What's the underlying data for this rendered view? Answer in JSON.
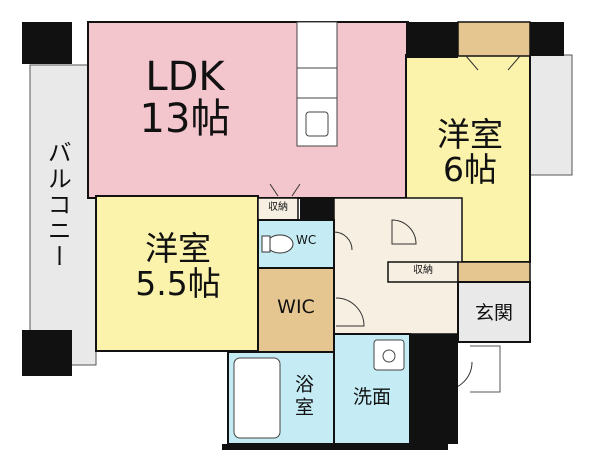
{
  "floorplan": {
    "balcony": "バルコニー",
    "ldk": {
      "name": "LDK",
      "size": "13帖"
    },
    "western_6": {
      "name": "洋室",
      "size": "6帖"
    },
    "western_5_5": {
      "name": "洋室",
      "size": "5.5帖"
    },
    "storage_top": "収納",
    "storage_right": "収納",
    "wc": "WC",
    "wic": "WIC",
    "entrance": "玄関",
    "bath": "浴室",
    "washroom": "洗面"
  },
  "colors": {
    "ldk": "#f3c5cc",
    "western": "#fbf3ab",
    "wet": "#c5ecf5",
    "hall": "#f7efe2",
    "storage": "#e6c690",
    "balcony": "#e9e9e9",
    "column": "#111111"
  }
}
